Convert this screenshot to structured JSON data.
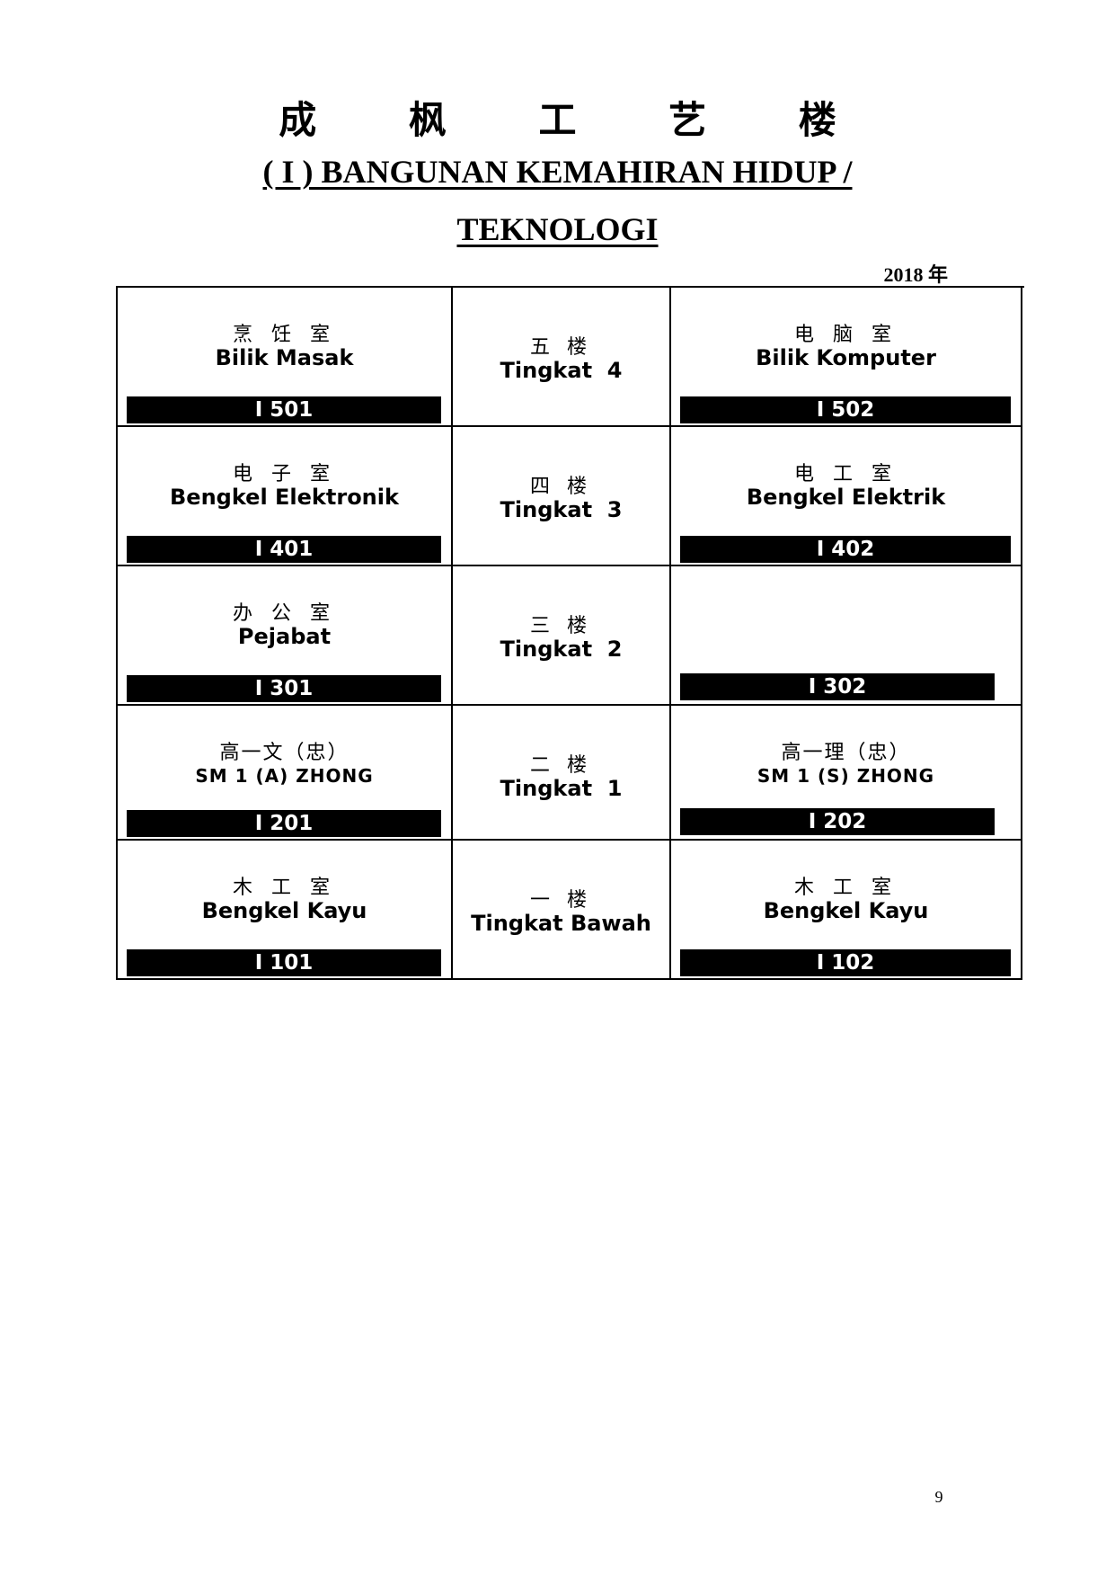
{
  "header": {
    "title_cn": "成 枫 工 艺 楼",
    "title_line1": "( I ) BANGUNAN KEMAHIRAN HIDUP /",
    "title_line2": "TEKNOLOGI",
    "year": "2018 年"
  },
  "floors": [
    {
      "left": {
        "cn": "烹 饪 室",
        "ms": "Bilik Masak",
        "code": "I 501"
      },
      "middle": {
        "cn": "五 楼",
        "ms": "Tingkat  4"
      },
      "right": {
        "cn": "电 脑 室",
        "ms": "Bilik Komputer",
        "code": "I 502"
      }
    },
    {
      "left": {
        "cn": "电 子 室",
        "ms": "Bengkel Elektronik",
        "code": "I 401"
      },
      "middle": {
        "cn": "四 楼",
        "ms": "Tingkat  3"
      },
      "right": {
        "cn": "电 工 室",
        "ms": "Bengkel Elektrik",
        "code": "I 402"
      }
    },
    {
      "left": {
        "cn": "办 公 室",
        "ms": "Pejabat",
        "code": "I 301"
      },
      "middle": {
        "cn": "三 楼",
        "ms": "Tingkat  2"
      },
      "right": {
        "cn": "",
        "ms": "",
        "code": "I 302"
      }
    },
    {
      "left": {
        "cn": "高一文（忠）",
        "ms": "SM 1 (A) ZHONG",
        "code": "I 201"
      },
      "middle": {
        "cn": "二 楼",
        "ms": "Tingkat  1"
      },
      "right": {
        "cn": "高一理（忠）",
        "ms": "SM 1 (S) ZHONG",
        "code": "I 202"
      }
    },
    {
      "left": {
        "cn": "木 工 室",
        "ms": "Bengkel Kayu",
        "code": "I 101"
      },
      "middle": {
        "cn": "一 楼",
        "ms": "Tingkat Bawah"
      },
      "right": {
        "cn": "木 工 室",
        "ms": "Bengkel Kayu",
        "code": "I 102"
      }
    }
  ],
  "footer": {
    "page_number": "9"
  }
}
